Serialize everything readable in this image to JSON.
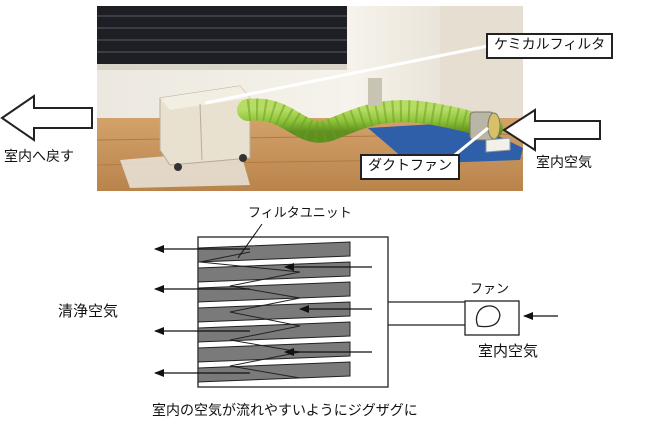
{
  "photo": {
    "callouts": {
      "chemical_filter": "ケミカルフィルタ",
      "duct_fan": "ダクトファン"
    },
    "arrows": {
      "return_indoor": "室内へ戻す",
      "indoor_air": "室内空気"
    }
  },
  "schematic": {
    "filter_unit_label": "フィルタユニット",
    "clean_air_label": "清浄空気",
    "fan_label": "ファン",
    "indoor_air_label": "室内空気",
    "caption": "室内の空気が流れやすいようにジグザグに"
  },
  "colors": {
    "wall": "#f2efe8",
    "floor": "#c9955c",
    "duct": "#8fc53a",
    "mat": "#2f5fa8",
    "filter_box": "#e8e1cf",
    "pleat": "#7a7a7a"
  }
}
